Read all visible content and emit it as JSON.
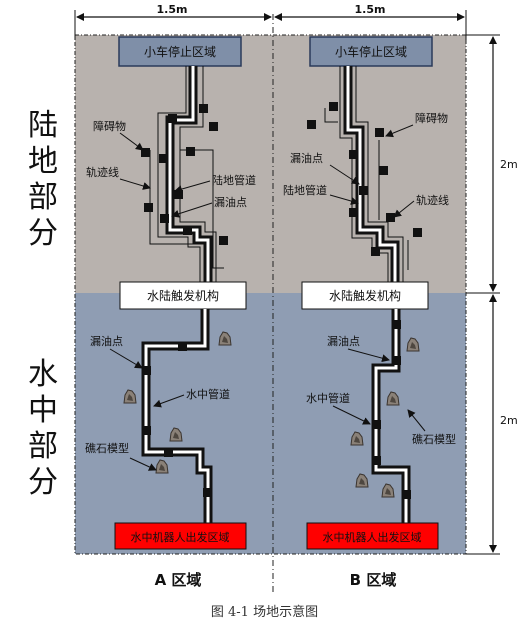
{
  "dimensions": {
    "top_width_left": "1.5m",
    "top_width_right": "1.5m",
    "right_height_land": "2m",
    "right_height_water": "2m"
  },
  "side_labels": {
    "land": [
      "陆",
      "地",
      "部",
      "分"
    ],
    "water": [
      "水",
      "中",
      "部",
      "分"
    ]
  },
  "zone_a": {
    "title": "A 区域",
    "stop_area": "小车停止区域",
    "trigger": "水陆触发机构",
    "launch_area": "水中机器人出发区域",
    "labels": {
      "obstacle": "障碍物",
      "track": "轨迹线",
      "land_pipe": "陆地管道",
      "leak_land": "漏油点",
      "leak_water": "漏油点",
      "water_pipe": "水中管道",
      "reef": "礁石模型"
    }
  },
  "zone_b": {
    "title": "B 区域",
    "stop_area": "小车停止区域",
    "trigger": "水陆触发机构",
    "launch_area": "水中机器人出发区域",
    "labels": {
      "obstacle": "障碍物",
      "leak_land": "漏油点",
      "land_pipe": "陆地管道",
      "track": "轨迹线",
      "leak_water": "漏油点",
      "water_pipe": "水中管道",
      "reef": "礁石模型"
    }
  },
  "caption": "图 4-1  场地示意图",
  "colors": {
    "land": "#b8b2ae",
    "water": "#8f9db3",
    "stop_box": "#7f8fa8",
    "launch_box": "#ff0000",
    "pipe": "#111111"
  }
}
